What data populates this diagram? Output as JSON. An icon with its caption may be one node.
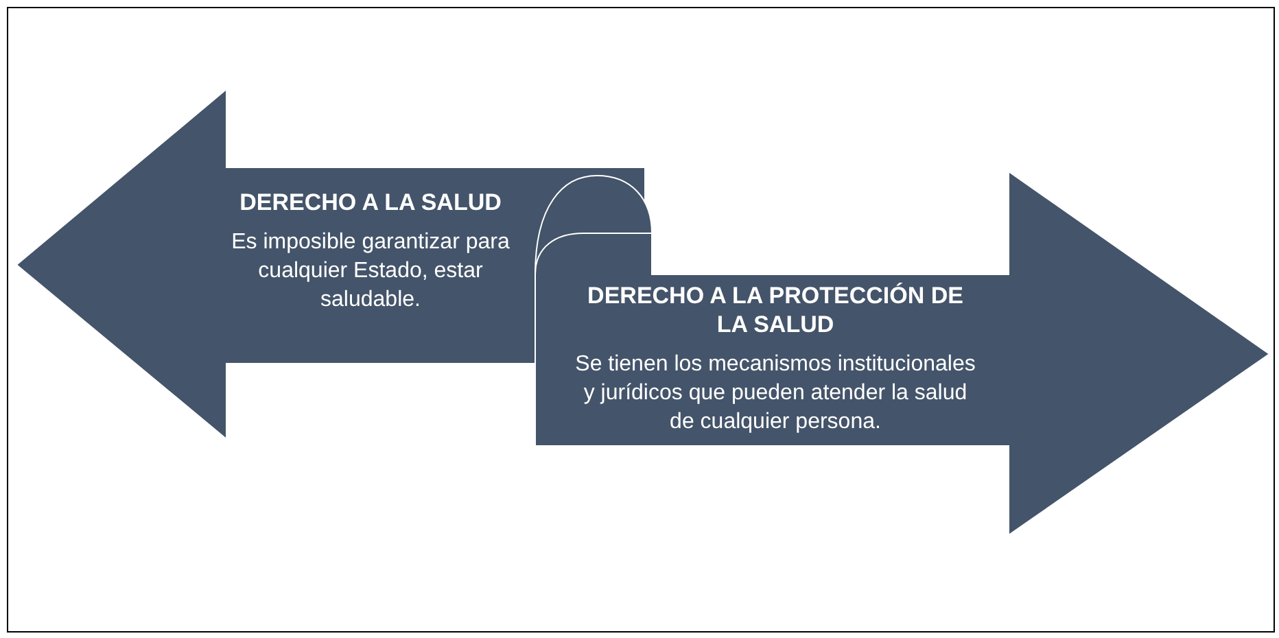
{
  "diagram": {
    "nodes": [
      {
        "text": [
          "DERECHO A LA SALUD",
          "Es imposible garantizar para cualquier Estado, estar saludable."
        ]
      },
      {
        "text": [
          "DERECHO A LA PROTECCIÓN DE LA SALUD",
          "Se tienen los mecanismos institucionales y jurídicos que pueden atender la salud de cualquier persona."
        ]
      }
    ]
  }
}
